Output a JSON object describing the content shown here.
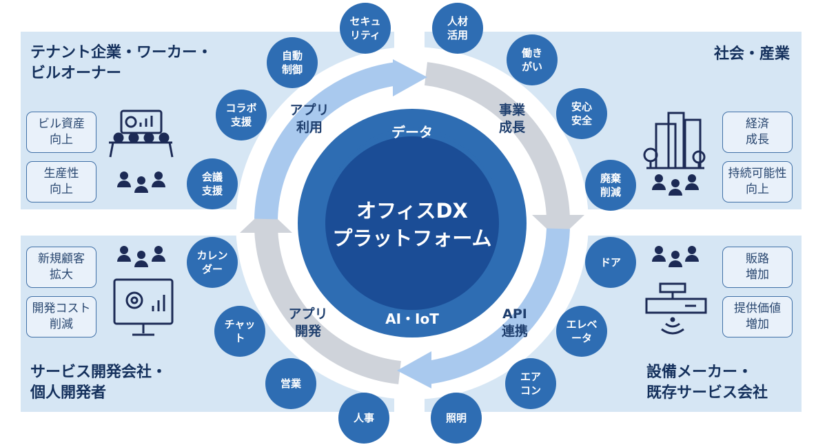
{
  "quadrants": {
    "top_left": {
      "title_lines": [
        "テナント企業・ワーカー・",
        "ビルオーナー"
      ],
      "boxes": [
        [
          "ビル資産",
          "向上"
        ],
        [
          "生産性",
          "向上"
        ]
      ]
    },
    "top_right": {
      "title_lines": [
        "社会・産業"
      ],
      "boxes": [
        [
          "経済",
          "成長"
        ],
        [
          "持続可能性",
          "向上"
        ]
      ]
    },
    "bottom_left": {
      "title_lines": [
        "サービス開発会社・",
        "個人開発者"
      ],
      "boxes": [
        [
          "新規顧客",
          "拡大"
        ],
        [
          "開発コスト",
          "削減"
        ]
      ]
    },
    "bottom_right": {
      "title_lines": [
        "設備メーカー・",
        "既存サービス会社"
      ],
      "boxes": [
        [
          "販路",
          "増加"
        ],
        [
          "提供価値",
          "増加"
        ]
      ]
    }
  },
  "bubbles": {
    "security": [
      "セキュ",
      "リティ"
    ],
    "auto_control": [
      "自動",
      "制御"
    ],
    "collab": [
      "コラボ",
      "支援"
    ],
    "meeting": [
      "会議",
      "支援"
    ],
    "talent": [
      "人材",
      "活用"
    ],
    "work_style": [
      "働き",
      "がい"
    ],
    "safety": [
      "安心",
      "安全"
    ],
    "waste": [
      "廃棄",
      "削減"
    ],
    "calendar": [
      "カレン",
      "ダー"
    ],
    "chat": [
      "チャッ",
      "ト"
    ],
    "sales": [
      "営業"
    ],
    "hr": [
      "人事"
    ],
    "door": [
      "ドア"
    ],
    "elevator": [
      "エレベ",
      "ータ"
    ],
    "aircon": [
      "エア",
      "コン"
    ],
    "lighting": [
      "照明"
    ]
  },
  "ring_labels": {
    "app_use": [
      "アプリ",
      "利用"
    ],
    "business_growth": [
      "事業",
      "成長"
    ],
    "app_dev": [
      "アプリ",
      "開発"
    ],
    "api": [
      "API",
      "連携"
    ]
  },
  "center": {
    "title_line1": "オフィスDX",
    "title_line2": "プラットフォーム",
    "top_label": "データ",
    "bottom_label": "AI・IoT"
  },
  "colors": {
    "panel": "#d6e6f4",
    "accent_dark": "#1b4d96",
    "bubble": "#2e6db3",
    "arrow_light": "#a9c9ee",
    "arrow_gray": "#cfd3da",
    "title": "#14305c"
  }
}
